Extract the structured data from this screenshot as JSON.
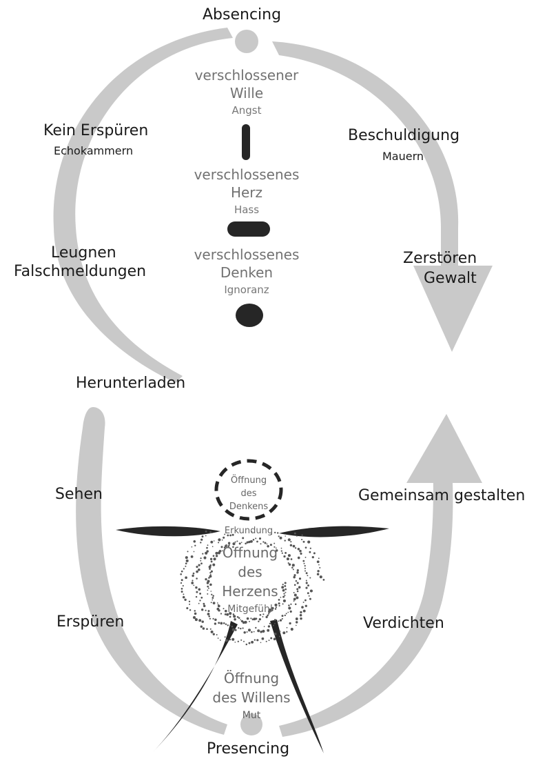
{
  "upper_loop": {
    "top_label": "Absencing",
    "left": [
      {
        "title": "Kein Erspüren",
        "sub": "Echokammern"
      },
      {
        "title": "Leugnen",
        "title2": "Falschmeldungen"
      }
    ],
    "right": [
      {
        "title": "Beschuldigung",
        "sub": "Mauern"
      },
      {
        "title": "Zerstören",
        "title2": "Gewalt"
      }
    ],
    "center": [
      {
        "line1": "verschlossener",
        "line2": "Wille",
        "sub": "Angst"
      },
      {
        "line1": "verschlossenes",
        "line2": "Herz",
        "sub": "Hass"
      },
      {
        "line1": "verschlossenes",
        "line2": "Denken",
        "sub": "Ignoranz"
      }
    ]
  },
  "lower_loop": {
    "top_label": "Herunterladen",
    "bottom_label": "Presencing",
    "left": [
      "Sehen",
      "Erspüren"
    ],
    "right": [
      "Gemeinsam gestalten",
      "Verdichten"
    ],
    "head": {
      "line1": "Öffnung",
      "line2": "des",
      "line3": "Denkens"
    },
    "head_sub": "Erkundung",
    "heart": {
      "line1": "Öffnung",
      "line2": "des",
      "line3": "Herzens",
      "sub": "Mitgefühl"
    },
    "will": {
      "line1": "Öffnung",
      "line2": "des Willens",
      "sub": "Mut"
    }
  },
  "colors": {
    "arrow_grey": "#c9c9c9",
    "dark_mark": "#262626",
    "dot_grey": "#555555"
  }
}
